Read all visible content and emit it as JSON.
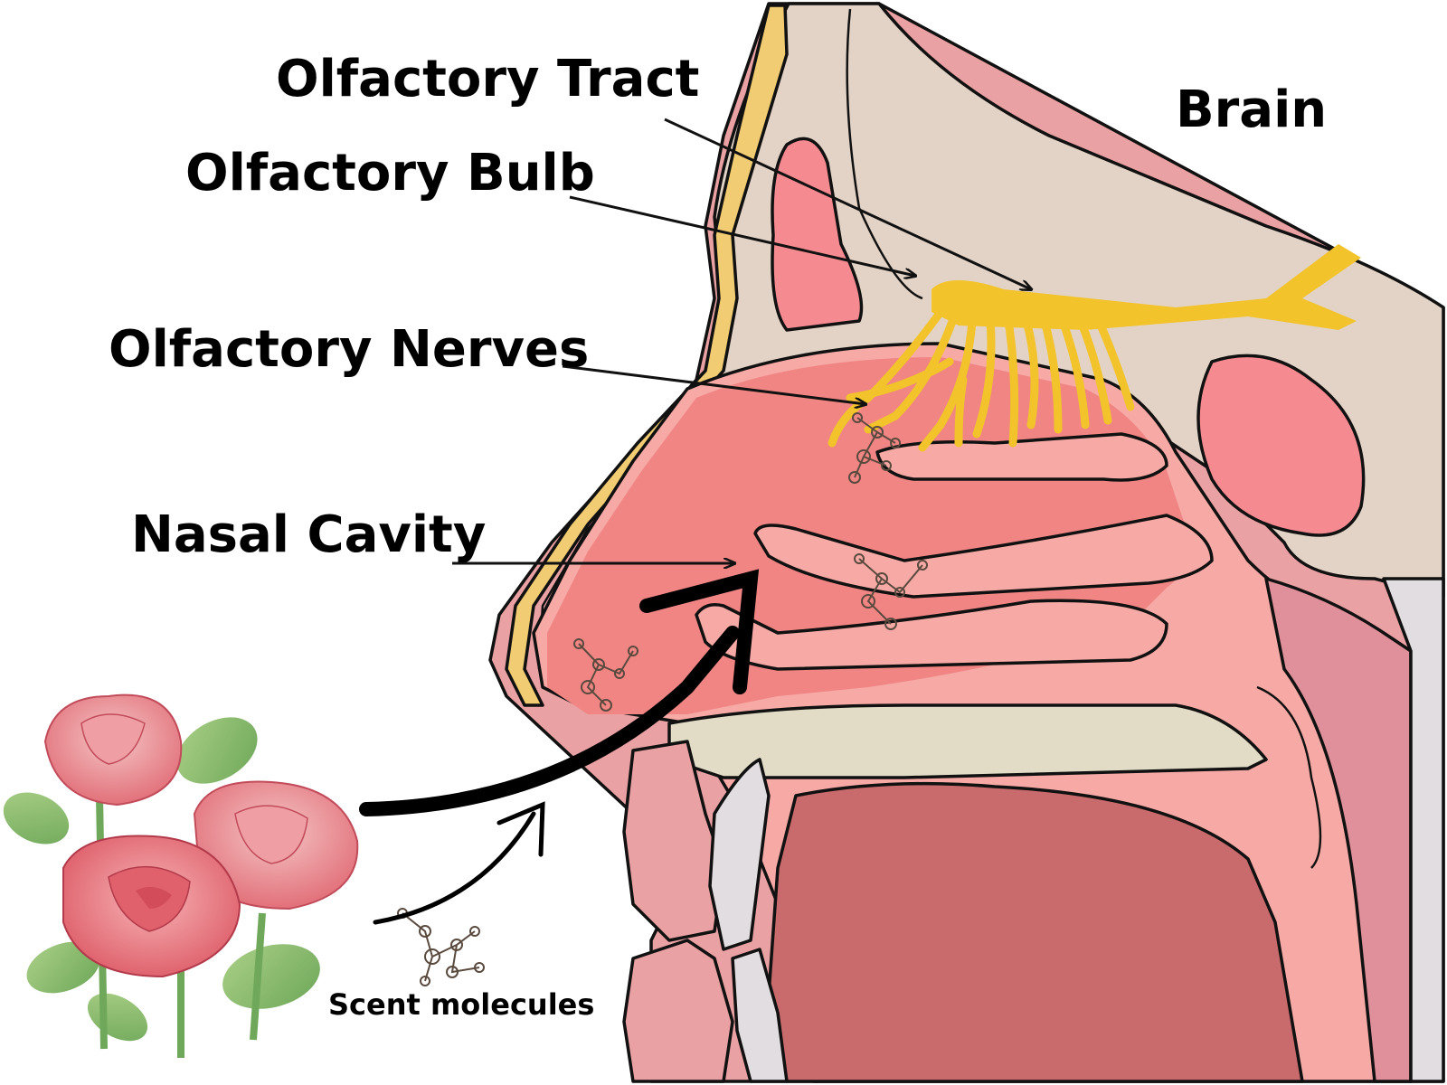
{
  "labels": {
    "olfactory_tract": "Olfactory Tract",
    "olfactory_bulb": "Olfactory Bulb",
    "olfactory_nerves": "Olfactory Nerves",
    "nasal_cavity": "Nasal Cavity",
    "brain": "Brain",
    "scent_molecules": "Scent molecules"
  },
  "colors": {
    "skin_outer": "#e9a1a3",
    "bone_beige": "#e3d3c6",
    "cavity_pink": "#f08584",
    "cavity_light": "#f6a9a5",
    "sinus_pink": "#f58a91",
    "nerve_yellow": "#f2c32a",
    "cartilage_yellow": "#f1cc72",
    "palate_beige": "#e2dcc6",
    "mouth_dark": "#c96b6c",
    "tooth_gray": "#e2dde1",
    "rose_red": "#e46d77",
    "leaf_green": "#86b86a"
  }
}
